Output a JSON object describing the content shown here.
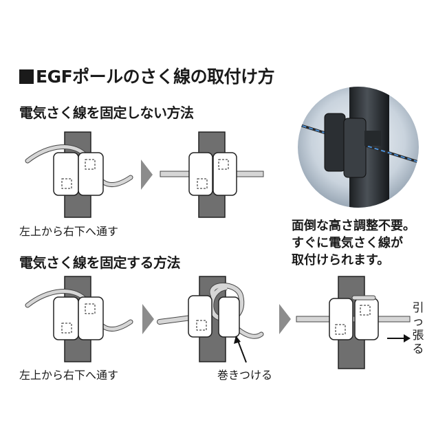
{
  "title": "EGFポールのさく線の取付け方",
  "section_unfixed": {
    "heading": "電気さく線を固定しない方法",
    "caption": "左上から右下へ通す"
  },
  "section_fixed": {
    "heading": "電気さく線を固定する方法",
    "caption": "左上から右下へ通す",
    "wrap_label": "巻きつける",
    "pull_label": "引っ張る"
  },
  "photo_note": {
    "line1": "面倒な高さ調整不要。",
    "line2": "すぐに電気さく線が",
    "line3": "取付けられます。"
  },
  "colors": {
    "pole": "#6f6f6f",
    "wire": "#d6d6d6",
    "clip": "#ffffff",
    "arrow_step": "#8c8c8c",
    "text": "#1a1a1a"
  }
}
